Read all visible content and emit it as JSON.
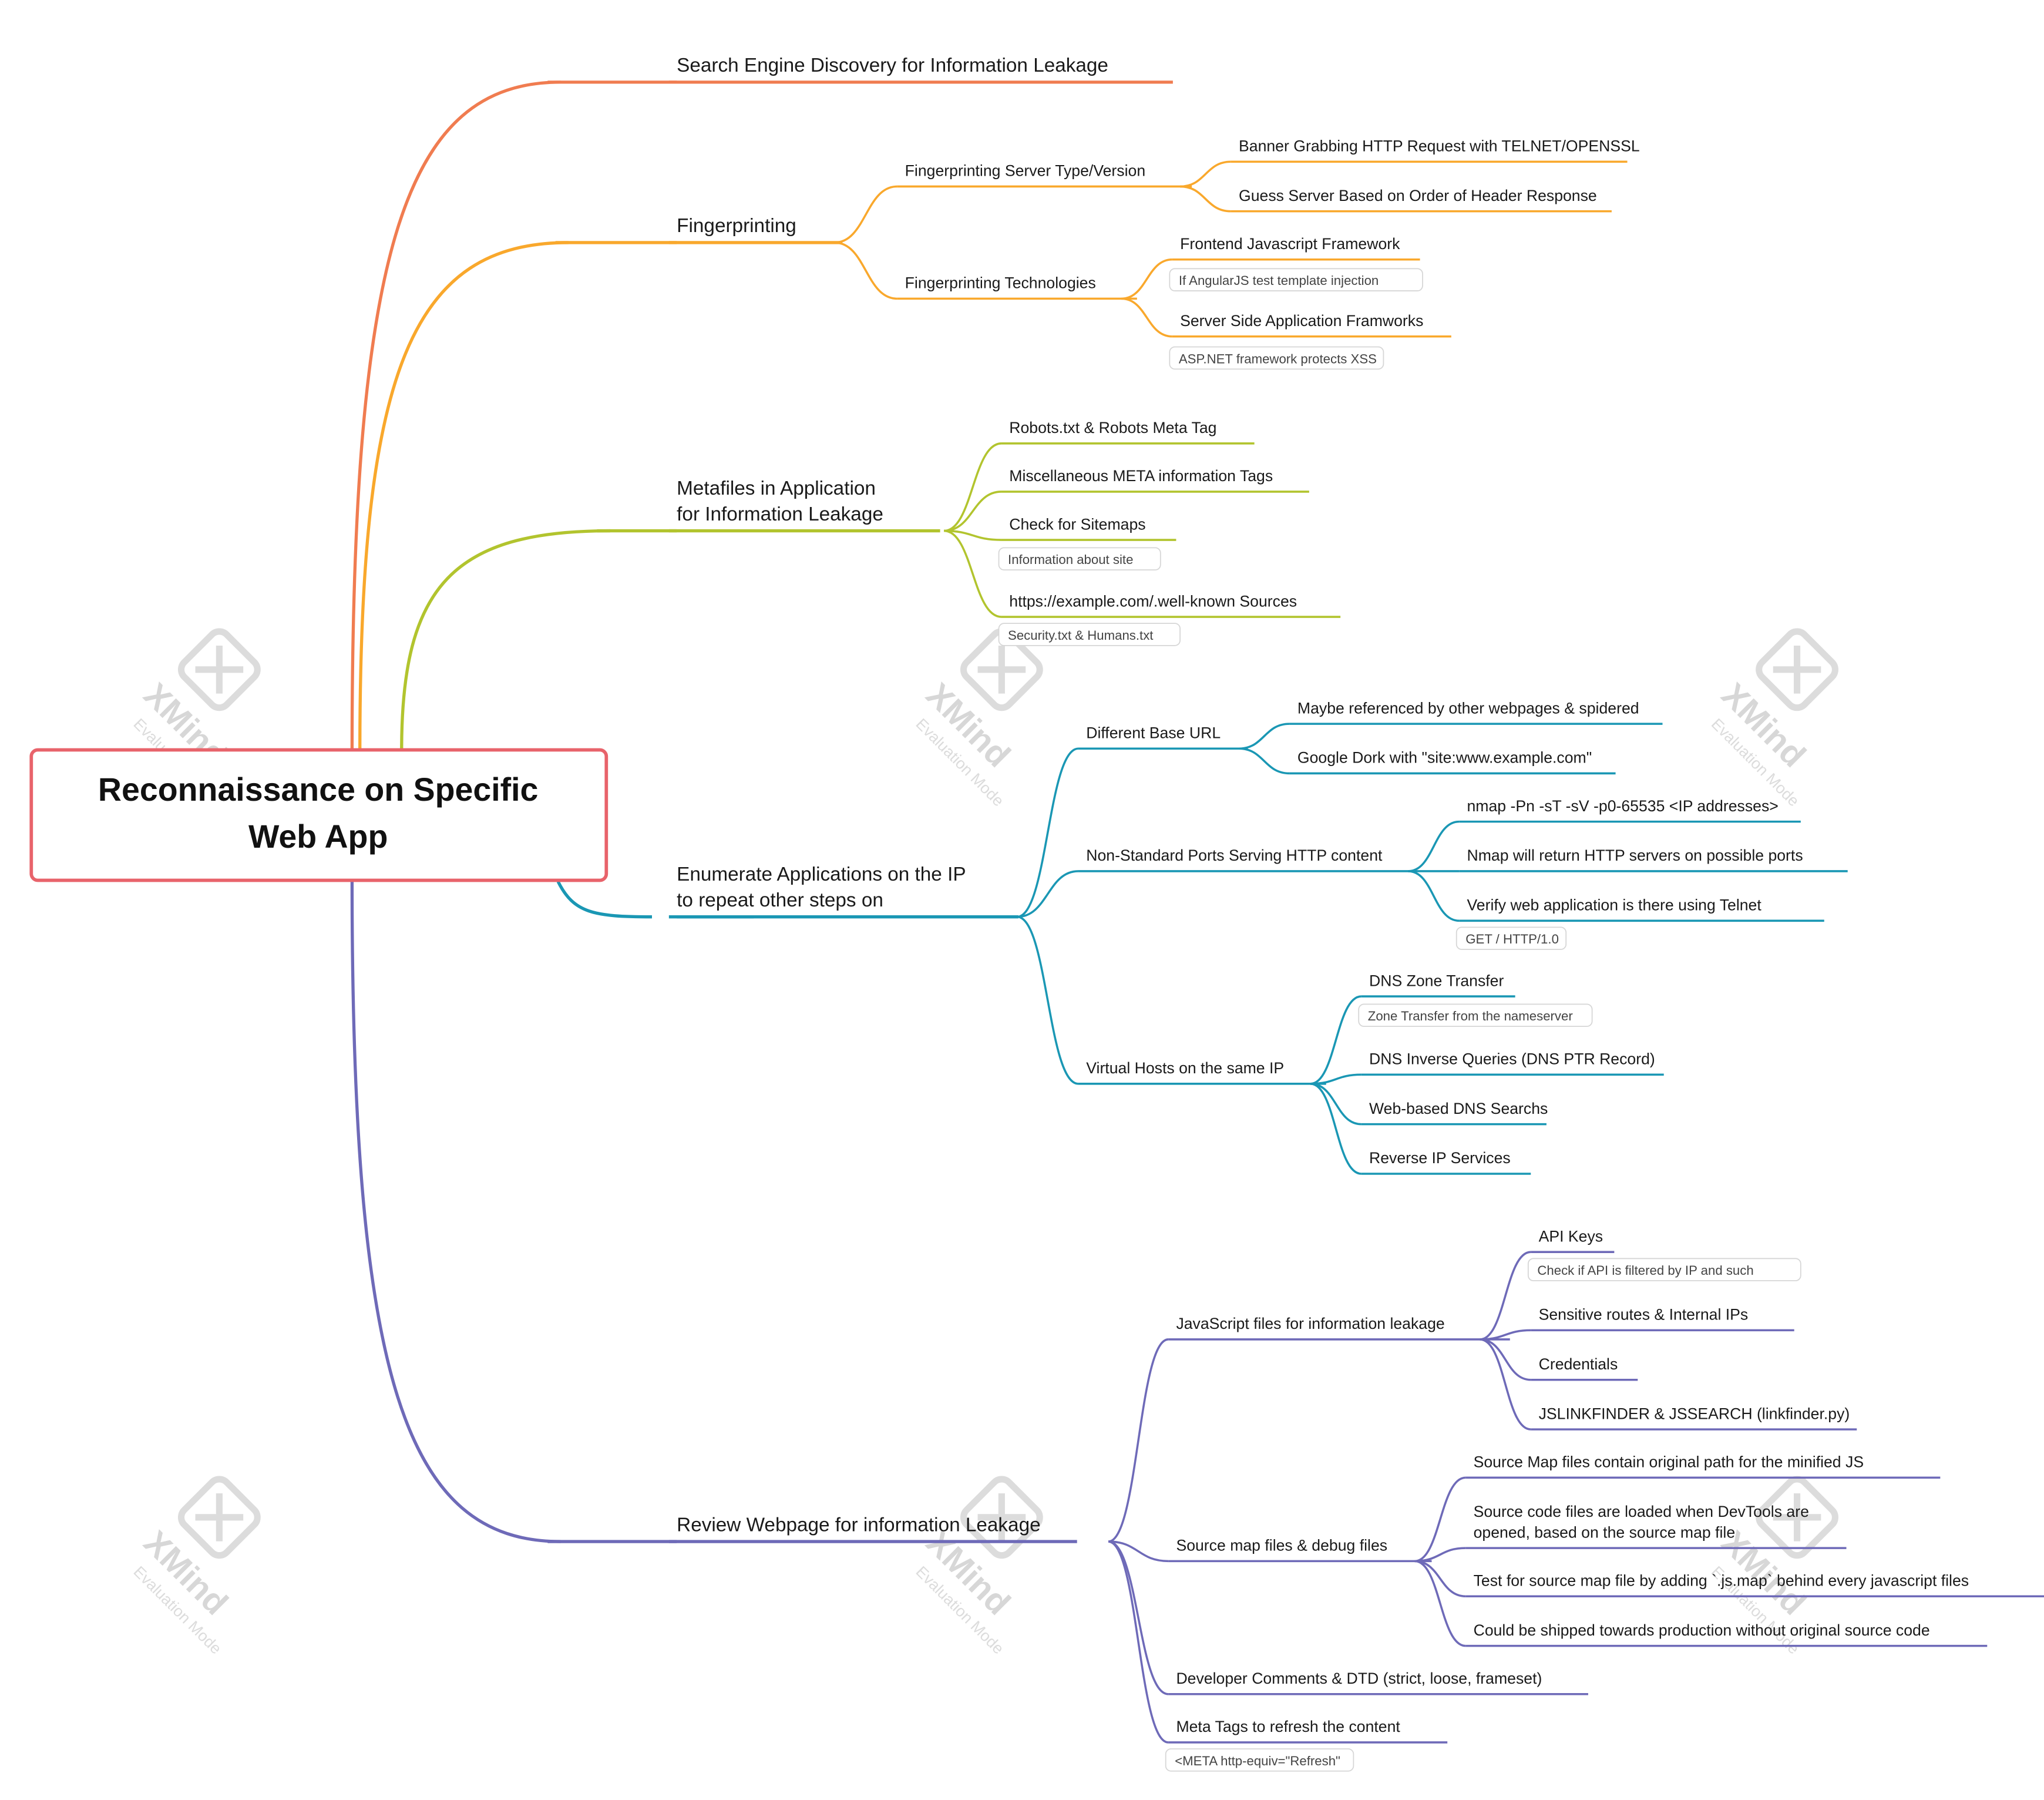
{
  "root": {
    "lines": [
      "Reconnaissance on Specific",
      "Web App"
    ],
    "color": "#e8636b"
  },
  "branches": [
    {
      "key": "search",
      "label": [
        "Search Engine Discovery for Information Leakage"
      ],
      "color": "#f07c50"
    },
    {
      "key": "fingerprinting",
      "label": [
        "Fingerprinting"
      ],
      "color": "#f9a82c",
      "children": [
        {
          "label": "Fingerprinting Server Type/Version",
          "children": [
            {
              "label": "Banner Grabbing HTTP Request with TELNET/OPENSSL"
            },
            {
              "label": "Guess Server Based on Order of Header Response"
            }
          ]
        },
        {
          "label": "Fingerprinting Technologies",
          "children": [
            {
              "label": "Frontend Javascript Framework",
              "note": "If AngularJS test template injection"
            },
            {
              "label": "Server Side Application Framworks",
              "note": "ASP.NET framework protects XSS"
            }
          ]
        }
      ]
    },
    {
      "key": "metafiles",
      "label": [
        "Metafiles in Application",
        "for Information Leakage"
      ],
      "color": "#b2c42e",
      "children": [
        {
          "label": "Robots.txt & Robots Meta Tag"
        },
        {
          "label": "Miscellaneous META information Tags"
        },
        {
          "label": "Check for Sitemaps",
          "note": "Information about site"
        },
        {
          "label": "https://example.com/.well-known Sources",
          "note": "Security.txt & Humans.txt"
        }
      ]
    },
    {
      "key": "enumerate",
      "label": [
        "Enumerate Applications on the IP",
        "to repeat other steps on"
      ],
      "color": "#1a97b4",
      "children": [
        {
          "label": "Different Base URL",
          "children": [
            {
              "label": "Maybe referenced by other webpages & spidered"
            },
            {
              "label": "Google Dork with \"site:www.example.com\""
            }
          ]
        },
        {
          "label": "Non-Standard Ports Serving HTTP content",
          "children": [
            {
              "label": "nmap -Pn -sT -sV -p0-65535 <IP addresses>"
            },
            {
              "label": "Nmap will return HTTP servers on possible ports"
            },
            {
              "label": "Verify web application is there using Telnet",
              "note": "GET / HTTP/1.0"
            }
          ]
        },
        {
          "label": "Virtual Hosts on the same IP",
          "children": [
            {
              "label": "DNS Zone Transfer",
              "note": "Zone Transfer from the nameserver"
            },
            {
              "label": "DNS Inverse Queries (DNS PTR Record)"
            },
            {
              "label": "Web-based DNS Searchs"
            },
            {
              "label": "Reverse IP Services"
            }
          ]
        }
      ]
    },
    {
      "key": "review",
      "label": [
        "Review Webpage for information Leakage"
      ],
      "color": "#6e6ab8",
      "children": [
        {
          "label": "JavaScript files for information leakage",
          "children": [
            {
              "label": "API Keys",
              "note": "Check if API is filtered by IP and such"
            },
            {
              "label": "Sensitive routes & Internal IPs"
            },
            {
              "label": "Credentials"
            },
            {
              "label": "JSLINKFINDER & JSSEARCH (linkfinder.py)"
            }
          ]
        },
        {
          "label": "Source map files & debug files",
          "children": [
            {
              "label": "Source Map files contain original path for the minified JS"
            },
            {
              "label": [
                "Source code files are loaded when DevTools are",
                "opened, based on the source map file"
              ]
            },
            {
              "label": "Test for source map file by adding `.js.map` behind every javascript files"
            },
            {
              "label": "Could be shipped towards production without original source code"
            }
          ]
        },
        {
          "label": "Developer Comments & DTD (strict, loose, frameset)"
        },
        {
          "label": "Meta Tags to refresh the content",
          "note": "<META http-equiv=\"Refresh\""
        }
      ]
    }
  ],
  "watermark": {
    "brand": "XMind",
    "mode": "Evaluation Mode"
  }
}
